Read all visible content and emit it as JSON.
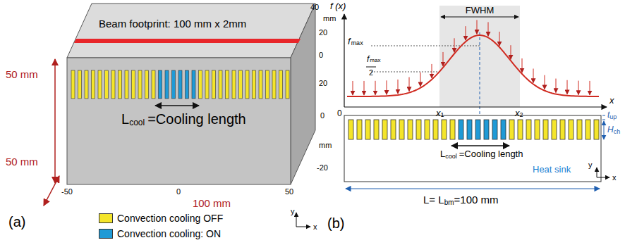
{
  "diagram": {
    "labels": [
      "Beam footprint: 100 mm x 2mm",
      "50 mm",
      "50 mm",
      "100 mm",
      "40",
      "mm",
      "20",
      "0",
      "20",
      "0",
      "mm",
      "-20",
      "-50",
      "0",
      "50",
      "L",
      "cool",
      "=Cooling length",
      "(a)",
      "y",
      "x",
      "f (x)",
      "FWHM",
      "f",
      "max",
      "f",
      "max",
      "2",
      "0",
      "x",
      "1",
      "x",
      "2",
      "x",
      "t",
      "up",
      "H",
      "ch",
      "L",
      "cool",
      "=Cooling length",
      "Heat sink",
      "y",
      "x",
      "L= L",
      "bm",
      "=100 mm",
      "(b)"
    ],
    "legend": [
      {
        "text": "Convection cooling OFF",
        "color": "#f4e52b"
      },
      {
        "text": "Convection cooling: ON",
        "color": "#1f9ad6"
      }
    ]
  }
}
